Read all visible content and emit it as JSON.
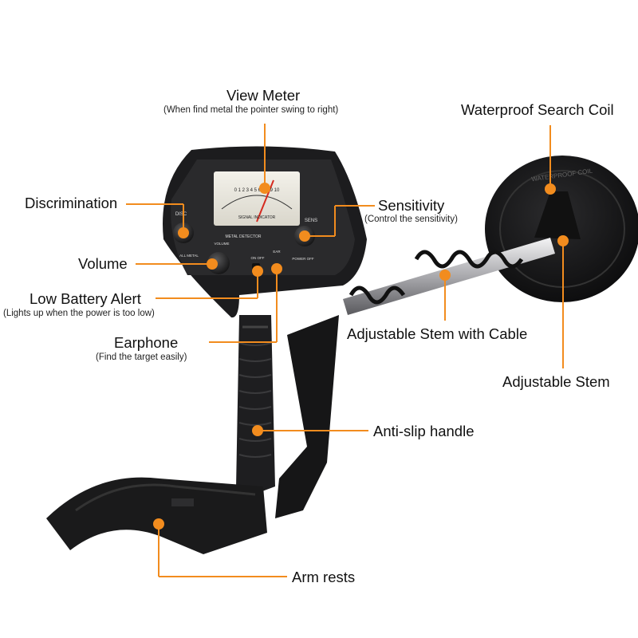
{
  "colors": {
    "accent": "#f28c1e",
    "device_body": "#1c1c1e",
    "device_panel": "#2a2a2c",
    "stem": "#c7c7c9",
    "meter_face": "#e9e7df",
    "meter_needle": "#d62a1f"
  },
  "device": {
    "meter_scale": [
      "0",
      "1",
      "2",
      "3",
      "4",
      "5",
      "6",
      "7",
      "8",
      "9",
      "10"
    ],
    "meter_caption": "SIGNAL INDICATOR",
    "panel_title": "METAL DETECTOR",
    "knob_volume_label": "VOLUME",
    "switch_label": "ON OFF",
    "jack_label": "EAR",
    "power_label": "POWER OFF",
    "disc_label": "DISC",
    "all_metal_label": "ALL METAL",
    "sens_label": "SENS",
    "coil_text": "WATERPROOF COIL"
  },
  "labels": {
    "view_meter": "View Meter",
    "view_meter_note": "(When find metal the pointer swing to right)",
    "discrimination": "Discrimination",
    "sensitivity": "Sensitivity",
    "sensitivity_note": "(Control the sensitivity)",
    "volume": "Volume",
    "low_battery": "Low Battery Alert",
    "low_battery_note": "(Lights up when the power is too low)",
    "earphone": "Earphone",
    "earphone_note": "(Find the target easily)",
    "search_coil": "Waterproof Search Coil",
    "stem_cable": "Adjustable Stem with Cable",
    "adjustable_stem": "Adjustable Stem",
    "handle": "Anti-slip handle",
    "arm_rests": "Arm rests"
  }
}
